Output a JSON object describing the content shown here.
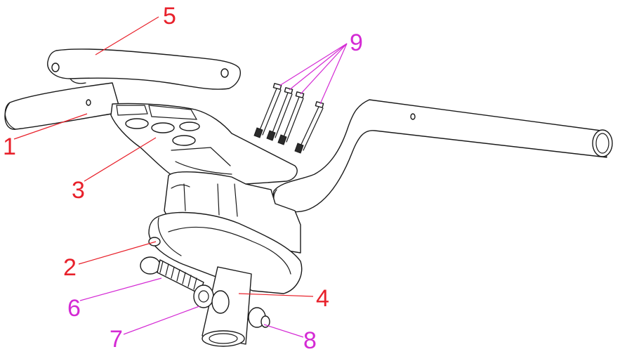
{
  "labels": [
    {
      "id": "1",
      "text": "1"
    },
    {
      "id": "2",
      "text": "2"
    },
    {
      "id": "3",
      "text": "3"
    },
    {
      "id": "4",
      "text": "4"
    },
    {
      "id": "5",
      "text": "5"
    },
    {
      "id": "6",
      "text": "6"
    },
    {
      "id": "7",
      "text": "7"
    },
    {
      "id": "8",
      "text": "8"
    },
    {
      "id": "9",
      "text": "9"
    }
  ],
  "colors": {
    "red_callout": "#e8212b",
    "magenta_callout": "#d42ad4",
    "line_art": "#1a1a1a",
    "bolt_tip": "#5a0a0a"
  }
}
